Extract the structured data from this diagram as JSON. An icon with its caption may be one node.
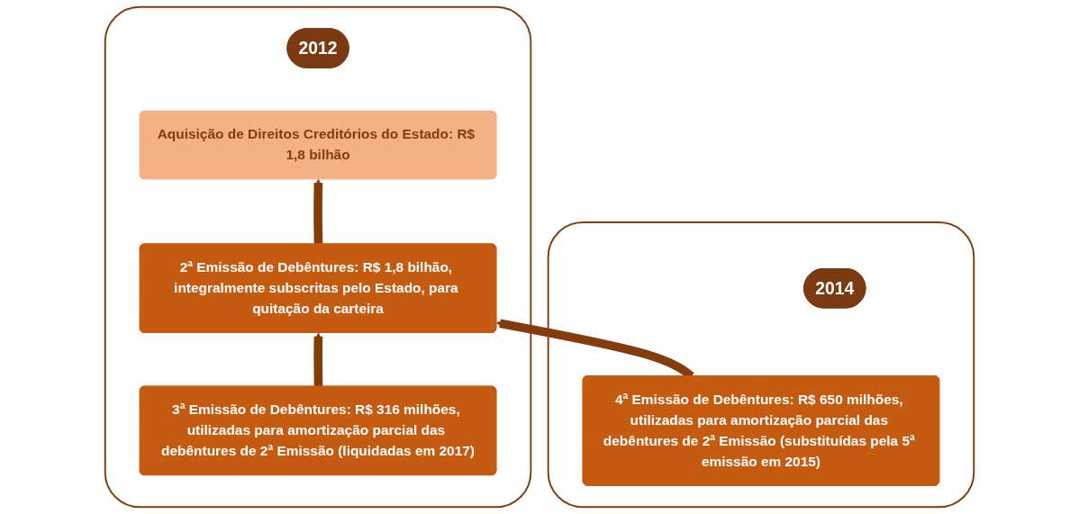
{
  "diagram": {
    "nodes": [
      {
        "text": [],
        "shape": "box"
      },
      {
        "text": [
          "2012"
        ],
        "in": 0
      },
      {
        "text": [
          "Aquisição de Direitos Creditórios do Estado: R$ 1,8 bilhão"
        ],
        "in": 0
      },
      {
        "text": [
          "2ª Emissão de Debêntures: R$ 1,8 bilhão, integralmente subscritas pelo Estado, para quitação da carteira"
        ],
        "in": 0
      },
      {
        "text": [
          "3ª Emissão de Debêntures: R$ 316 milhões, utilizadas para amortização parcial das debêntures de 2ª Emissão (liquidadas em 2017)"
        ],
        "in": 0
      },
      {
        "text": [],
        "shape": "box"
      },
      {
        "text": [
          "2014"
        ],
        "in": 5
      },
      {
        "text": [
          "4ª Emissão de Debêntures: R$ 650 milhões, utilizadas para amortização parcial das debêntures de 2ª Emissão (substituídas pela 5ª emissão em 2015)"
        ],
        "in": 5
      }
    ],
    "edges": [
      {
        "from": 3,
        "to": 2,
        "arrow": "to"
      },
      {
        "from": 4,
        "to": 3,
        "arrow": "to"
      },
      {
        "from": 7,
        "to": 3,
        "arrow": "to"
      }
    ]
  }
}
